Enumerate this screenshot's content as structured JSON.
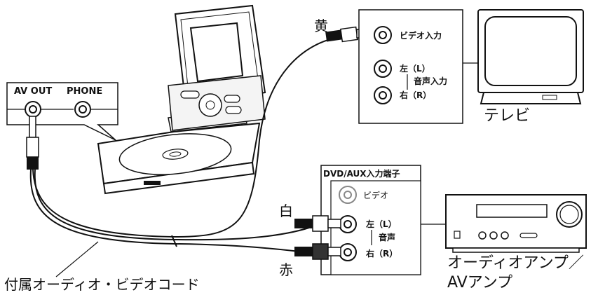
{
  "player_panel": {
    "av_out": "AV OUT",
    "phone": "PHONE"
  },
  "tv_panel": {
    "video_in": "ビデオ入力",
    "left": "左（L）",
    "audio_in": "音声入力",
    "right": "右（R）"
  },
  "amp_panel": {
    "title": "DVD/AUX入力端子",
    "video": "ビデオ",
    "left": "左（L）",
    "audio": "音声",
    "right": "右（R）"
  },
  "labels": {
    "yellow": "黄",
    "white": "白",
    "red": "赤",
    "tv": "テレビ",
    "amp_line1": "オーディオアンプ／",
    "amp_line2": "AVアンプ",
    "cable": "付属オーディオ・ビデオコード"
  }
}
